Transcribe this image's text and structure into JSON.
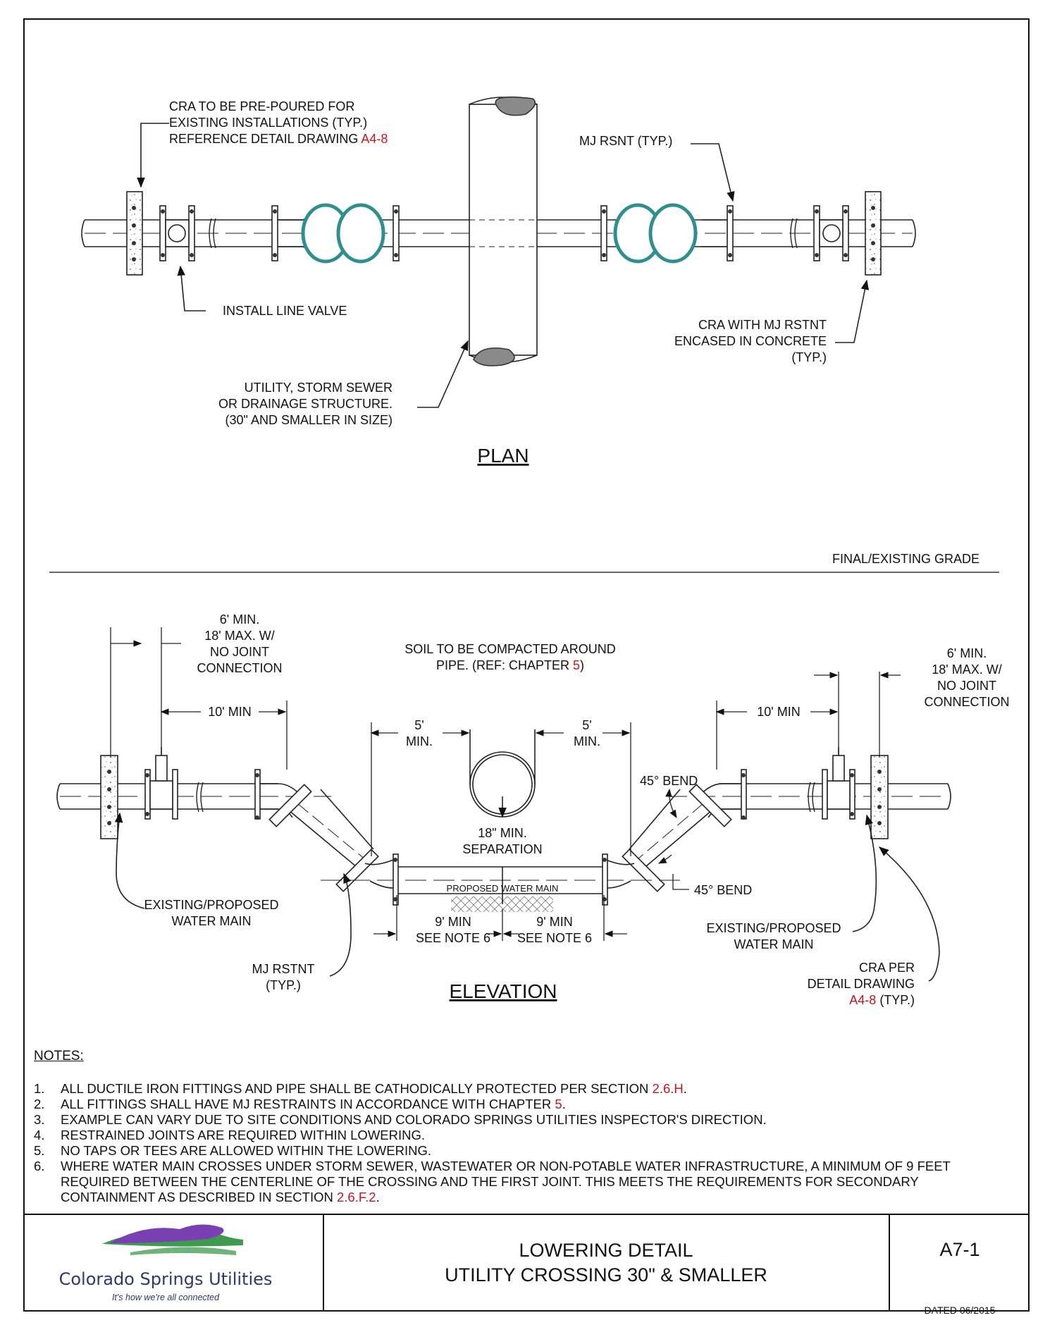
{
  "plan": {
    "title": "PLAN",
    "cra_label": [
      "CRA TO BE PRE-POURED FOR",
      "EXISTING INSTALLATIONS (TYP.)",
      "REFERENCE DETAIL DRAWING "
    ],
    "cra_ref": "A4-8",
    "mj_rsnt": "MJ RSNT (TYP.)",
    "install_valve": "INSTALL LINE VALVE",
    "cra_encased": [
      "CRA WITH MJ RSTNT",
      "ENCASED IN CONCRETE",
      "(TYP.)"
    ],
    "utility": [
      "UTILITY, STORM SEWER",
      "OR DRAINAGE STRUCTURE.",
      "(30\" AND SMALLER IN SIZE)"
    ]
  },
  "elevation": {
    "title": "ELEVATION",
    "grade": "FINAL/EXISTING GRADE",
    "left_min": [
      "6' MIN.",
      "18' MAX. W/",
      "NO JOINT",
      "CONNECTION"
    ],
    "right_min": [
      "6' MIN.",
      "18' MAX. W/",
      "NO JOINT",
      "CONNECTION"
    ],
    "ten_min_left": "10' MIN",
    "ten_min_right": "10' MIN",
    "soil": [
      "SOIL TO BE COMPACTED AROUND",
      "PIPE. (REF: CHAPTER "
    ],
    "soil_ref": "5",
    "soil_end": ")",
    "five_left": [
      "5'",
      "MIN."
    ],
    "five_right": [
      "5'",
      "MIN."
    ],
    "bend_top": "45° BEND",
    "bend_bottom": "45° BEND",
    "separation": [
      "18\" MIN.",
      "SEPARATION"
    ],
    "proposed": "PROPOSED WATER MAIN",
    "nine_left": [
      "9' MIN",
      "SEE NOTE 6"
    ],
    "nine_right": [
      "9' MIN",
      "SEE NOTE 6"
    ],
    "existing_left": [
      "EXISTING/PROPOSED",
      "WATER MAIN"
    ],
    "existing_right": [
      "EXISTING/PROPOSED",
      "WATER MAIN"
    ],
    "mj_rstnt": [
      "MJ RSTNT",
      "(TYP.)"
    ],
    "cra_per": [
      "CRA PER",
      "DETAIL DRAWING"
    ],
    "cra_per_ref": "A4-8",
    "cra_per_end": " (TYP.)"
  },
  "notes": {
    "heading": "NOTES:",
    "items": [
      {
        "n": "1.",
        "text": "ALL DUCTILE IRON FITTINGS AND PIPE SHALL BE CATHODICALLY PROTECTED PER SECTION ",
        "ref": "2.6.H",
        "end": "."
      },
      {
        "n": "2.",
        "text": "ALL FITTINGS SHALL HAVE MJ RESTRAINTS IN ACCORDANCE WITH CHAPTER ",
        "ref": "5",
        "end": "."
      },
      {
        "n": "3.",
        "text": "EXAMPLE CAN VARY DUE TO SITE CONDITIONS AND COLORADO SPRINGS UTILITIES INSPECTOR'S DIRECTION.",
        "ref": "",
        "end": ""
      },
      {
        "n": "4.",
        "text": "RESTRAINED JOINTS ARE REQUIRED WITHIN LOWERING.",
        "ref": "",
        "end": ""
      },
      {
        "n": "5.",
        "text": "NO TAPS OR TEES ARE ALLOWED WITHIN THE LOWERING.",
        "ref": "",
        "end": ""
      },
      {
        "n": "6.",
        "text": "WHERE WATER MAIN CROSSES UNDER STORM SEWER, WASTEWATER OR NON-POTABLE WATER INFRASTRUCTURE, A MINIMUM OF 9 FEET REQUIRED BETWEEN THE CENTERLINE OF THE CROSSING AND THE FIRST JOINT. THIS MEETS THE REQUIREMENTS FOR SECONDARY CONTAINMENT AS DESCRIBED IN SECTION ",
        "ref": "2.6.F.2",
        "end": "."
      }
    ]
  },
  "title_block": {
    "org": "Colorado Springs Utilities",
    "tagline": "It's how we're all connected",
    "title_line1": "LOWERING DETAIL",
    "title_line2": "UTILITY CROSSING 30\" & SMALLER",
    "drawing_no": "A7-1",
    "dated": "DATED 06/2015"
  },
  "colors": {
    "reference": "#c8161d",
    "gasket": "#2f8f8f",
    "logo_purple": "#7a3fb0",
    "logo_green": "#3f9a4f"
  }
}
